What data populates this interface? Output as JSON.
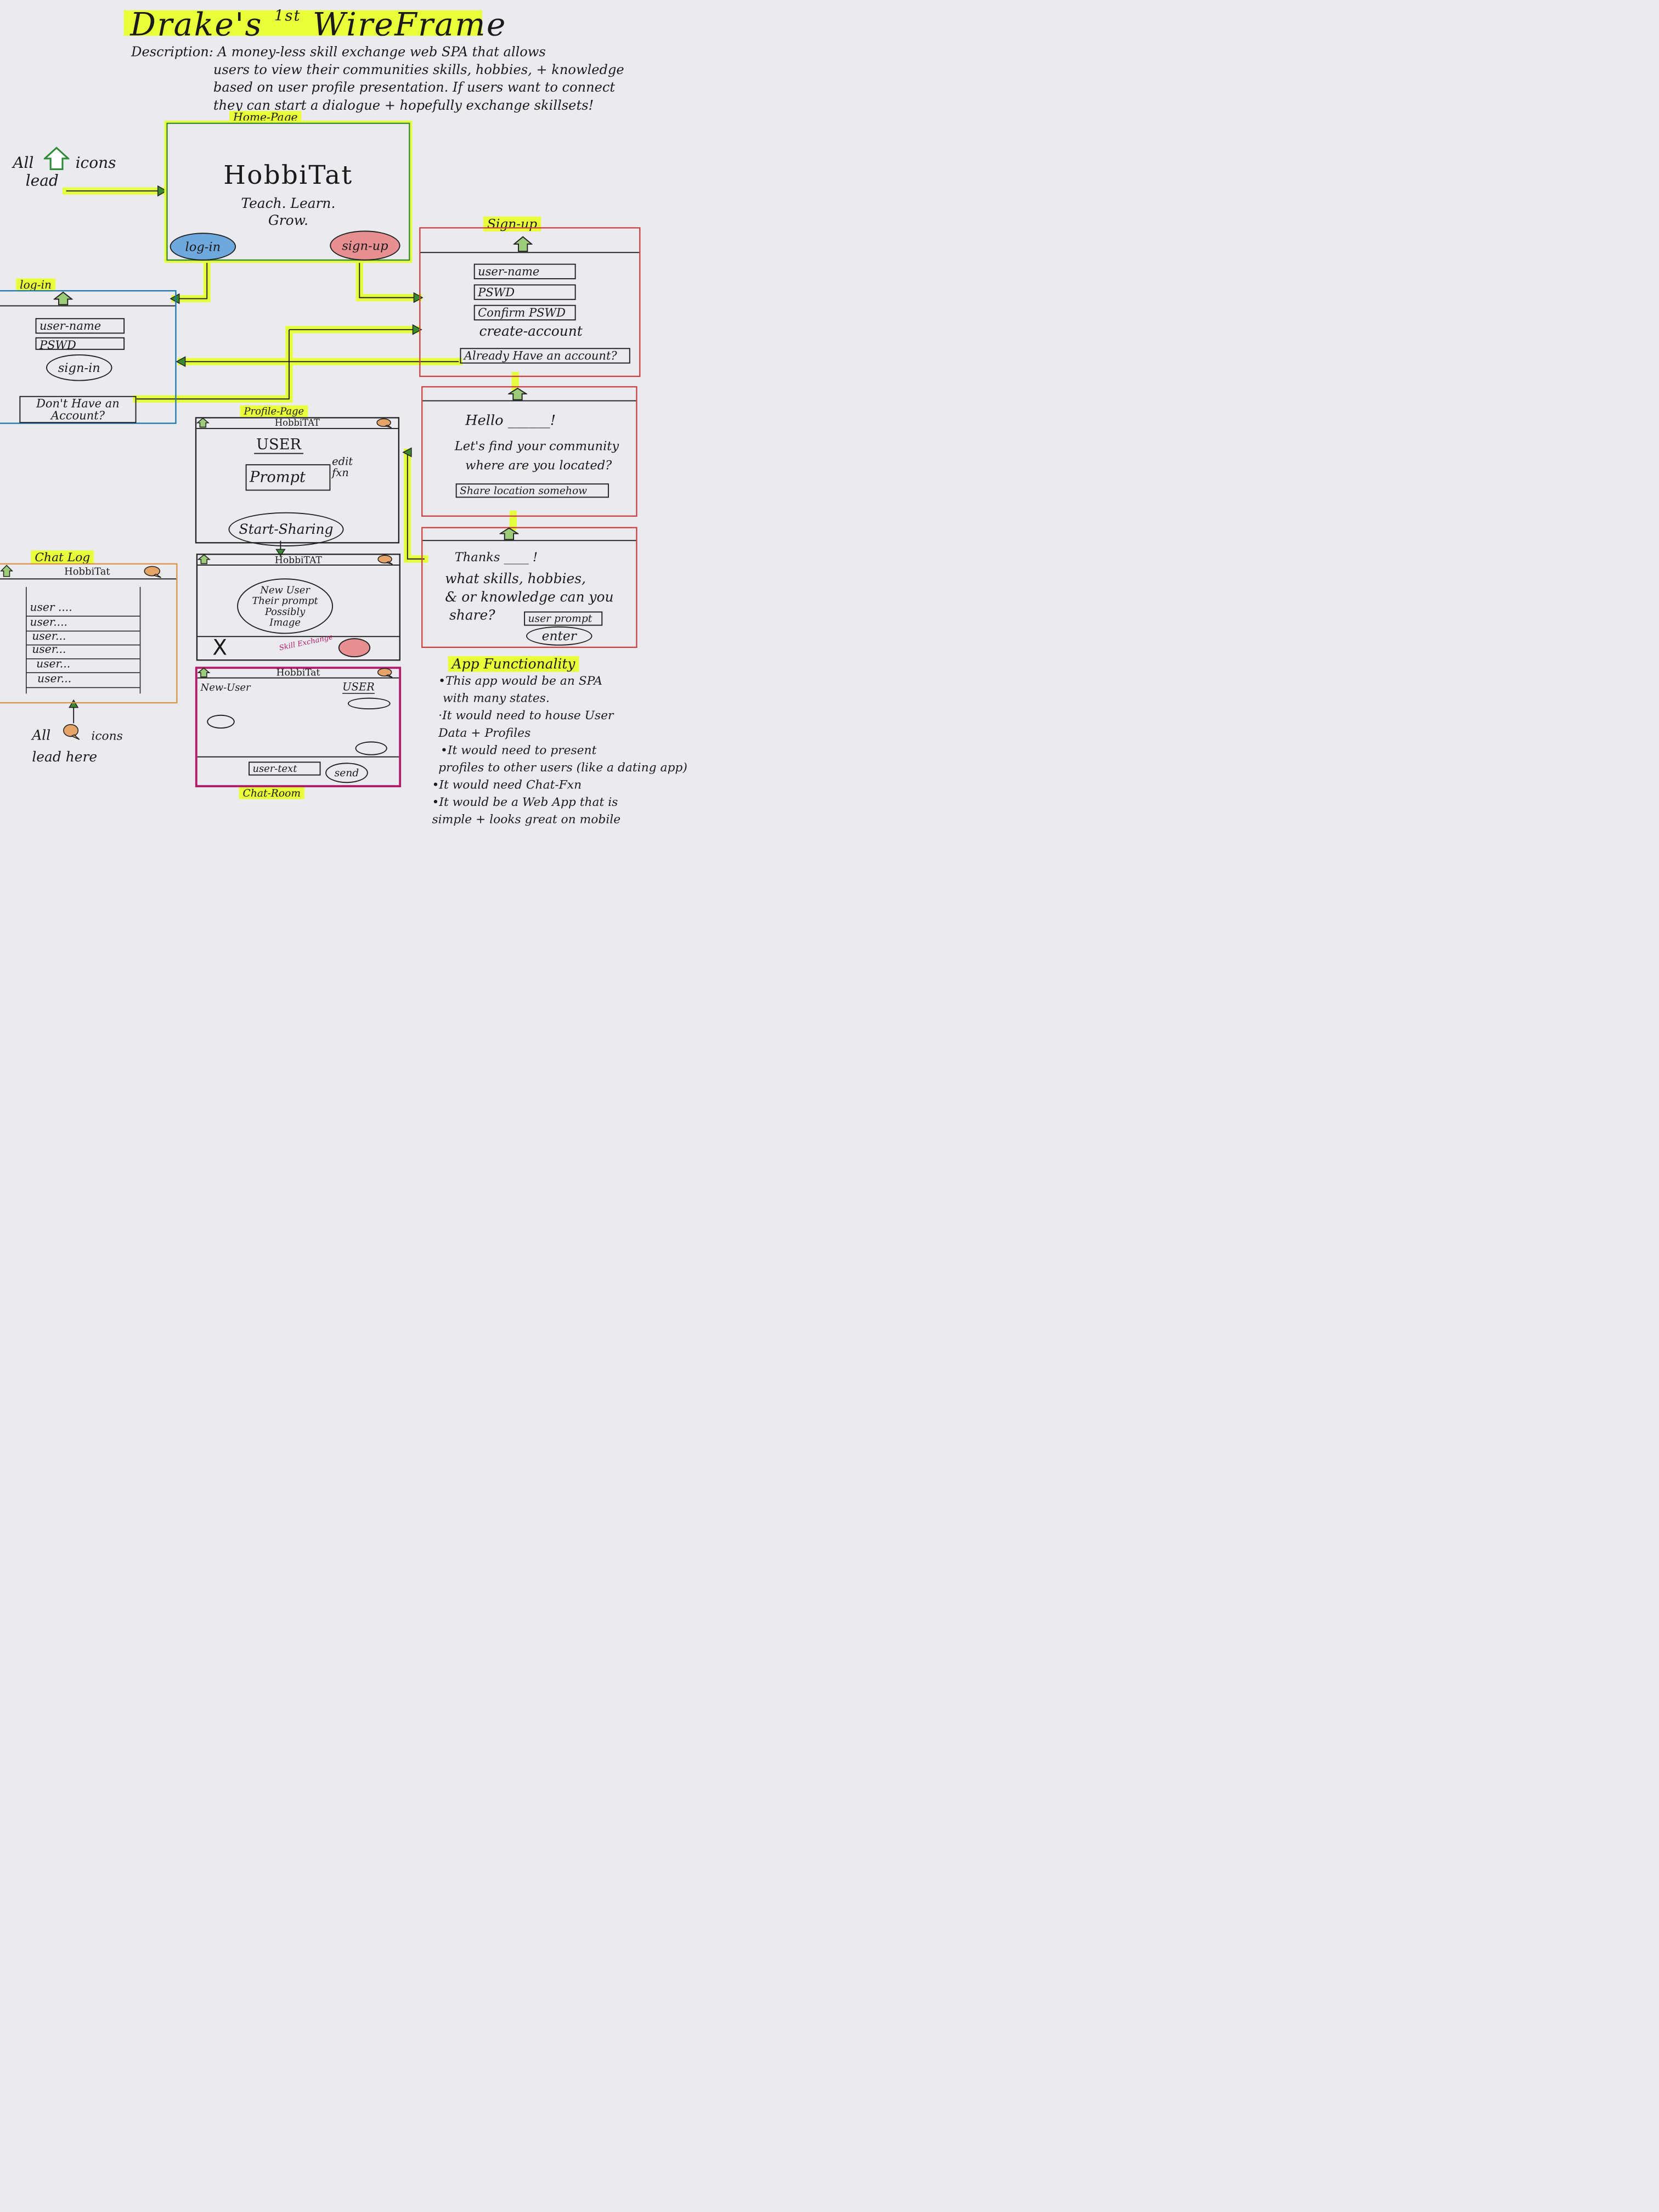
{
  "header": {
    "title": "Drake's",
    "title_sup": "1st",
    "title_rest": "WireFrame",
    "description_label": "Description:",
    "description_lines": [
      "A money-less skill exchange web SPA that allows",
      "users to view their communities skills, hobbies, + knowledge",
      "based on user profile presentation. If users want to connect",
      "they can start a dialogue + hopefully exchange skillsets!"
    ]
  },
  "notes": {
    "home_icons_a": "All",
    "home_icons_b": "icons",
    "home_icons_c": "lead",
    "chat_icons_a": "All",
    "chat_icons_b": "icons",
    "chat_icons_c": "lead here"
  },
  "home": {
    "label": "Home-Page",
    "brand": "HobbiTat",
    "tagline_1": "Teach. Learn.",
    "tagline_2": "Grow.",
    "login": "log-in",
    "signup": "sign-up"
  },
  "login": {
    "label": "log-in",
    "username": "user-name",
    "password": "PSWD",
    "signin": "sign-in",
    "no_account": "Don't Have an Account?"
  },
  "signup": {
    "label": "Sign-up",
    "username": "user-name",
    "password": "PSWD",
    "confirm": "Confirm PSWD",
    "create": "create-account",
    "have_account": "Already Have an account?"
  },
  "location": {
    "hello": "Hello ______!",
    "line1": "Let's find your community",
    "line2": "where are you located?",
    "share": "Share location somehow"
  },
  "skills": {
    "thanks": "Thanks ____ !",
    "line1": "what skills, hobbies,",
    "line2": "& or knowledge can you",
    "line3": "share?",
    "prompt": "user prompt",
    "enter": "enter"
  },
  "profile": {
    "label": "Profile-Page",
    "brand": "HobbiTAT",
    "user": "USER",
    "prompt": "Prompt",
    "edit": "edit fxn",
    "start": "Start-Sharing"
  },
  "browse": {
    "brand": "HobbiTAT",
    "card_line1": "New User",
    "card_line2": "Their prompt",
    "card_line3": "Possibly",
    "card_line4": "Image",
    "reject": "X",
    "exchange": "Skill Exchange"
  },
  "chatlog": {
    "label": "Chat Log",
    "brand": "HobbiTat",
    "users": [
      "user ....",
      "user....",
      "user...",
      "user...",
      "user...",
      "user..."
    ]
  },
  "chatroom": {
    "label": "Chat-Room",
    "brand": "HobbiTat",
    "left": "New-User",
    "right": "USER",
    "input": "user-text",
    "send": "send"
  },
  "functionality": {
    "label": "App Functionality",
    "lines": [
      "•This app would be an SPA",
      "with many states.",
      "·It would need to house User",
      "Data + Profiles",
      "•It would need to present",
      "profiles to other users (like a dating app)",
      "•It would need Chat-Fxn",
      "•It would be a Web App that is",
      "simple + looks great on mobile"
    ]
  },
  "colors": {
    "highlight": "#e6ff3c",
    "login_blue": "#1d79ad",
    "signup_red": "#c84444",
    "chatlog_orange": "#d9964a",
    "chatroom_magenta": "#b31c6b",
    "home_green": "#3a8a32"
  }
}
